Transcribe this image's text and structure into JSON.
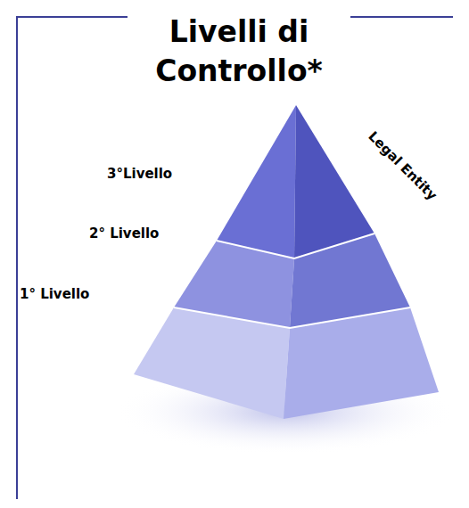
{
  "diagram": {
    "title": "Livelli di Controllo*",
    "labels": [
      "3°Livello",
      "2° Livello",
      "1° Livello",
      "Legal Entity"
    ]
  }
}
